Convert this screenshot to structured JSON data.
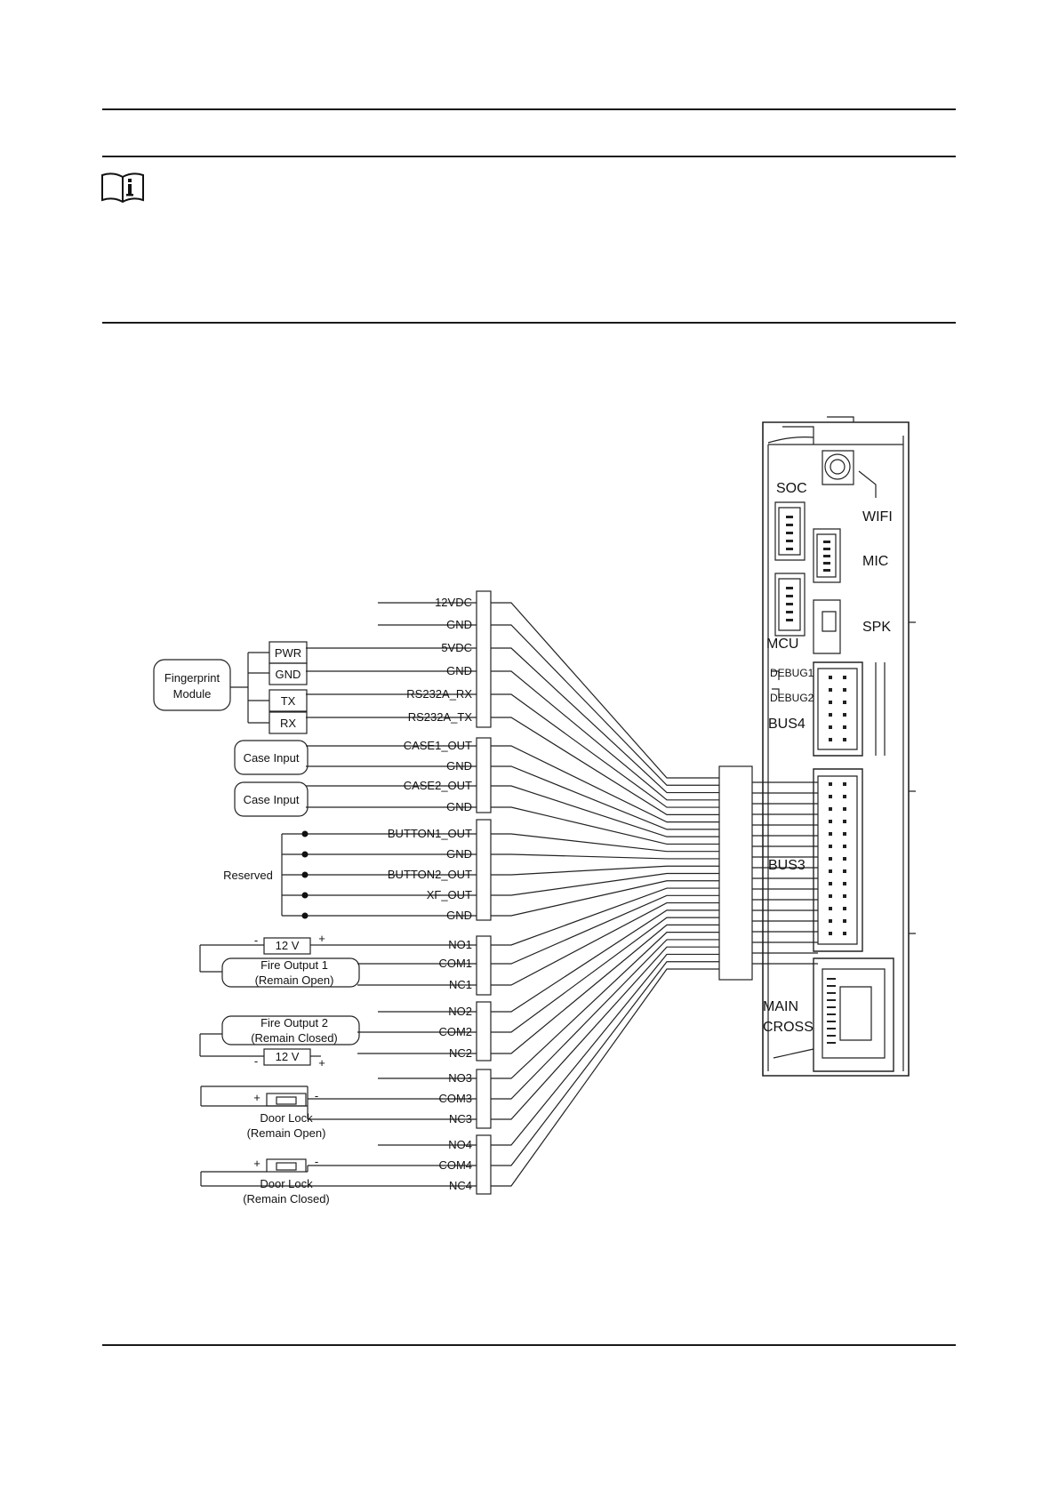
{
  "note": {
    "icon": "note-info-icon"
  },
  "diagram": {
    "device_labels": {
      "soc": "SOC",
      "wifi": "WIFI",
      "mic": "MIC",
      "spk": "SPK",
      "mcu": "MCU",
      "debug1": "DEBUG1",
      "debug2": "DEBUG2",
      "bus4": "BUS4",
      "bus3": "BUS3",
      "main": "MAIN",
      "cross": "CROSS"
    },
    "terminals": {
      "t12vdc": "12VDC",
      "gnd1": "GND",
      "t5vdc": "5VDC",
      "gnd2": "GND",
      "rs232a_rx": "RS232A_RX",
      "rs232a_tx": "RS232A_TX",
      "case1_out": "CASE1_OUT",
      "gnd3": "GND",
      "case2_out": "CASE2_OUT",
      "gnd4": "GND",
      "button1_out": "BUTTON1_OUT",
      "gnd5": "GND",
      "button2_out": "BUTTON2_OUT",
      "xf_out": "XF_OUT",
      "gnd6": "GND",
      "no1": "NO1",
      "com1": "COM1",
      "nc1": "NC1",
      "no2": "NO2",
      "com2": "COM2",
      "nc2": "NC2",
      "no3": "NO3",
      "com3": "COM3",
      "nc3": "NC3",
      "no4": "NO4",
      "com4": "COM4",
      "nc4": "NC4"
    },
    "fingerprint": {
      "line1": "Fingerprint",
      "line2": "Module",
      "pwr": "PWR",
      "gnd": "GND",
      "tx": "TX",
      "rx": "RX"
    },
    "case_input_1": "Case Input",
    "case_input_2": "Case Input",
    "reserved": "Reserved",
    "fire1": {
      "line1": "Fire Output 1",
      "line2": "(Remain Open)",
      "psu": "12 V",
      "minus": "-",
      "plus": "+"
    },
    "fire2": {
      "line1": "Fire Output 2",
      "line2": "(Remain Closed)",
      "psu": "12 V",
      "minus": "-",
      "plus": "+"
    },
    "lock1": {
      "line1": "Door Lock",
      "line2": "(Remain Open)",
      "plus": "+",
      "minus": "-"
    },
    "lock2": {
      "line1": "Door Lock",
      "line2": "(Remain Closed)",
      "plus": "+",
      "minus": "-"
    }
  }
}
